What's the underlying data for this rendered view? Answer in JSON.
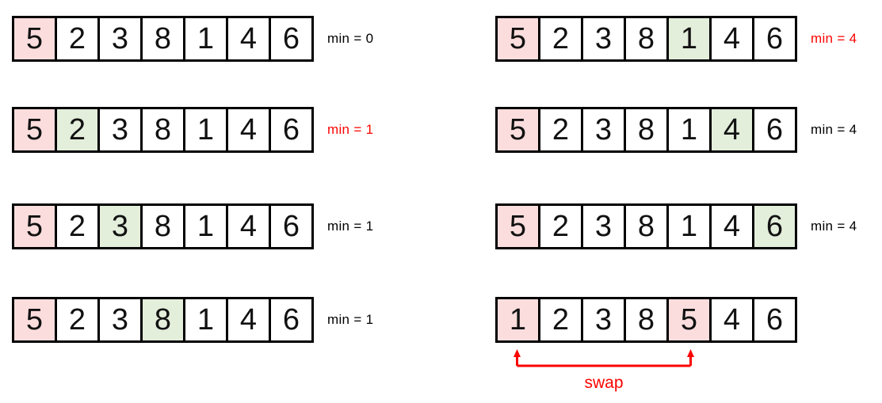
{
  "colors": {
    "cell_pink": "#fcdddd",
    "cell_green": "#e3eedb",
    "label_red": "#fa0400",
    "label_black": "#000000",
    "border_black": "#000000"
  },
  "columns": [
    {
      "name": "left",
      "steps": [
        {
          "values": [
            5,
            2,
            3,
            8,
            1,
            4,
            6
          ],
          "highlights": {
            "0": "pink"
          },
          "label": "min = 0",
          "label_color": "black"
        },
        {
          "values": [
            5,
            2,
            3,
            8,
            1,
            4,
            6
          ],
          "highlights": {
            "0": "pink",
            "1": "green"
          },
          "label": "min = 1",
          "label_color": "red"
        },
        {
          "values": [
            5,
            2,
            3,
            8,
            1,
            4,
            6
          ],
          "highlights": {
            "0": "pink",
            "2": "green"
          },
          "label": "min = 1",
          "label_color": "black"
        },
        {
          "values": [
            5,
            2,
            3,
            8,
            1,
            4,
            6
          ],
          "highlights": {
            "0": "pink",
            "3": "green"
          },
          "label": "min = 1",
          "label_color": "black"
        }
      ]
    },
    {
      "name": "right",
      "steps": [
        {
          "values": [
            5,
            2,
            3,
            8,
            1,
            4,
            6
          ],
          "highlights": {
            "0": "pink",
            "4": "green"
          },
          "label": "min = 4",
          "label_color": "red"
        },
        {
          "values": [
            5,
            2,
            3,
            8,
            1,
            4,
            6
          ],
          "highlights": {
            "0": "pink",
            "5": "green"
          },
          "label": "min = 4",
          "label_color": "black"
        },
        {
          "values": [
            5,
            2,
            3,
            8,
            1,
            4,
            6
          ],
          "highlights": {
            "0": "pink",
            "6": "green"
          },
          "label": "min = 4",
          "label_color": "black"
        },
        {
          "values": [
            1,
            2,
            3,
            8,
            5,
            4,
            6
          ],
          "highlights": {
            "0": "pink",
            "4": "pink"
          },
          "label": "",
          "label_color": "black",
          "swap": {
            "label": "swap",
            "from_index": 0,
            "to_index": 4
          }
        }
      ]
    }
  ]
}
